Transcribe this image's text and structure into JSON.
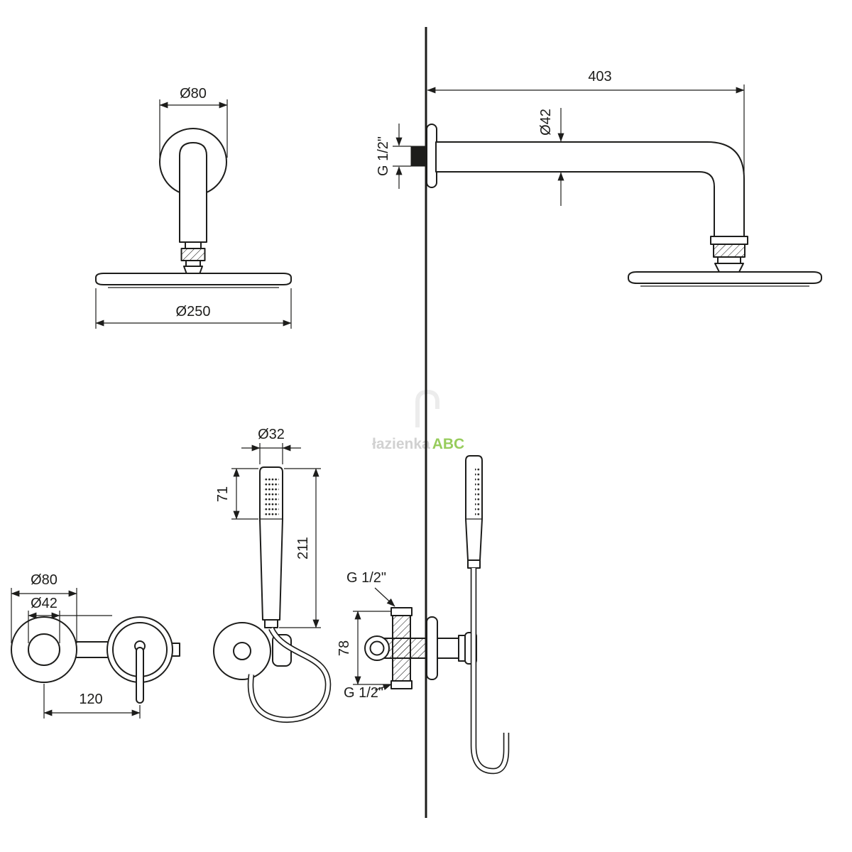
{
  "page": {
    "background": "#ffffff",
    "line_color": "#1d1d1b"
  },
  "watermark": {
    "gray_text": "łazienka",
    "green_text": "ABC",
    "green_color": "#86c440"
  },
  "views": {
    "overhead_front": {
      "flange_dia": "Ø80",
      "head_dia": "Ø250"
    },
    "arm_side": {
      "arm_length": "403",
      "arm_dia": "Ø42",
      "thread": "G 1/2\""
    },
    "handshower_front": {
      "dia": "Ø32",
      "spray_len": "71",
      "total_len": "211"
    },
    "mixer_front": {
      "rosette_dia": "Ø80",
      "body_dia": "Ø42",
      "centers": "120"
    },
    "mixer_side": {
      "thread_top": "G 1/2\"",
      "depth": "78",
      "thread_bottom": "G 1/2\""
    }
  }
}
